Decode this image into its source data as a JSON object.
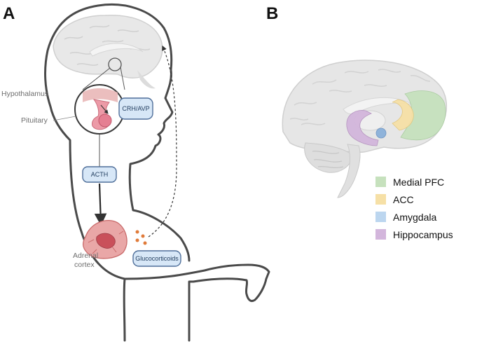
{
  "panels": {
    "a": "A",
    "b": "B"
  },
  "panel_a": {
    "labels": {
      "hypothalamus": "Hypothalamus",
      "pituitary": "Pituitary",
      "adrenal_line1": "Adrenal",
      "adrenal_line2": "cortex"
    },
    "pills": {
      "crh_avp": "CRH/AVP",
      "acth": "ACTH",
      "glucocorticoids": "Glucocorticoids"
    }
  },
  "panel_b": {
    "legend": [
      {
        "label": "Medial PFC",
        "color": "#c6e1bd"
      },
      {
        "label": "ACC",
        "color": "#f6e0a6"
      },
      {
        "label": "Amygdala",
        "color": "#bcd6ef"
      },
      {
        "label": "Hippocampus",
        "color": "#d3b6dc"
      }
    ]
  },
  "colors": {
    "outline": "#4a4a4a",
    "pill_fill": "#d7e7f7",
    "pill_stroke": "#4f6f9a",
    "brain_fill": "#e6e6e6"
  }
}
